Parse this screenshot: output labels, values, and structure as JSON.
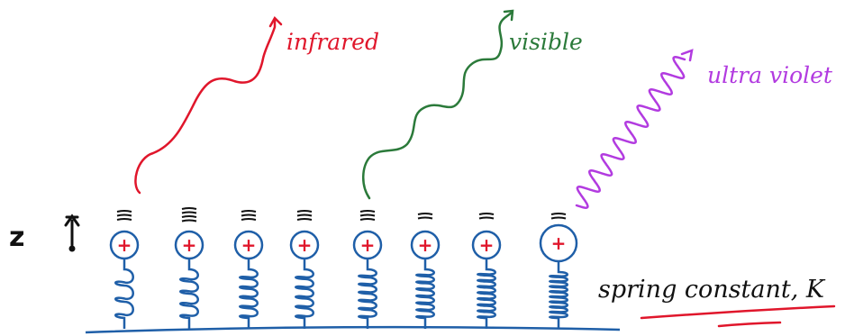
{
  "labels": {
    "infrared": "infrared",
    "visible": "visible",
    "ultraviolet": "ultra violet",
    "z_axis": "z",
    "spring_constant": "spring constant, K"
  },
  "colors": {
    "infrared": "#e0162b",
    "visible": "#2b7a3a",
    "ultraviolet": "#b23be0",
    "oscillator": "#1f5fa8",
    "charge": "#e0162b",
    "ink": "#111111",
    "underline": "#e0162b"
  },
  "oscillators": [
    {
      "charge": "+",
      "vibration_lines": 3,
      "spring_coils": 3
    },
    {
      "charge": "+",
      "vibration_lines": 4,
      "spring_coils": 4
    },
    {
      "charge": "+",
      "vibration_lines": 3,
      "spring_coils": 5
    },
    {
      "charge": "+",
      "vibration_lines": 3,
      "spring_coils": 5
    },
    {
      "charge": "+",
      "vibration_lines": 3,
      "spring_coils": 6
    },
    {
      "charge": "+",
      "vibration_lines": 2,
      "spring_coils": 7
    },
    {
      "charge": "+",
      "vibration_lines": 2,
      "spring_coils": 8
    },
    {
      "charge": "+",
      "vibration_lines": 2,
      "spring_coils": 9
    }
  ]
}
